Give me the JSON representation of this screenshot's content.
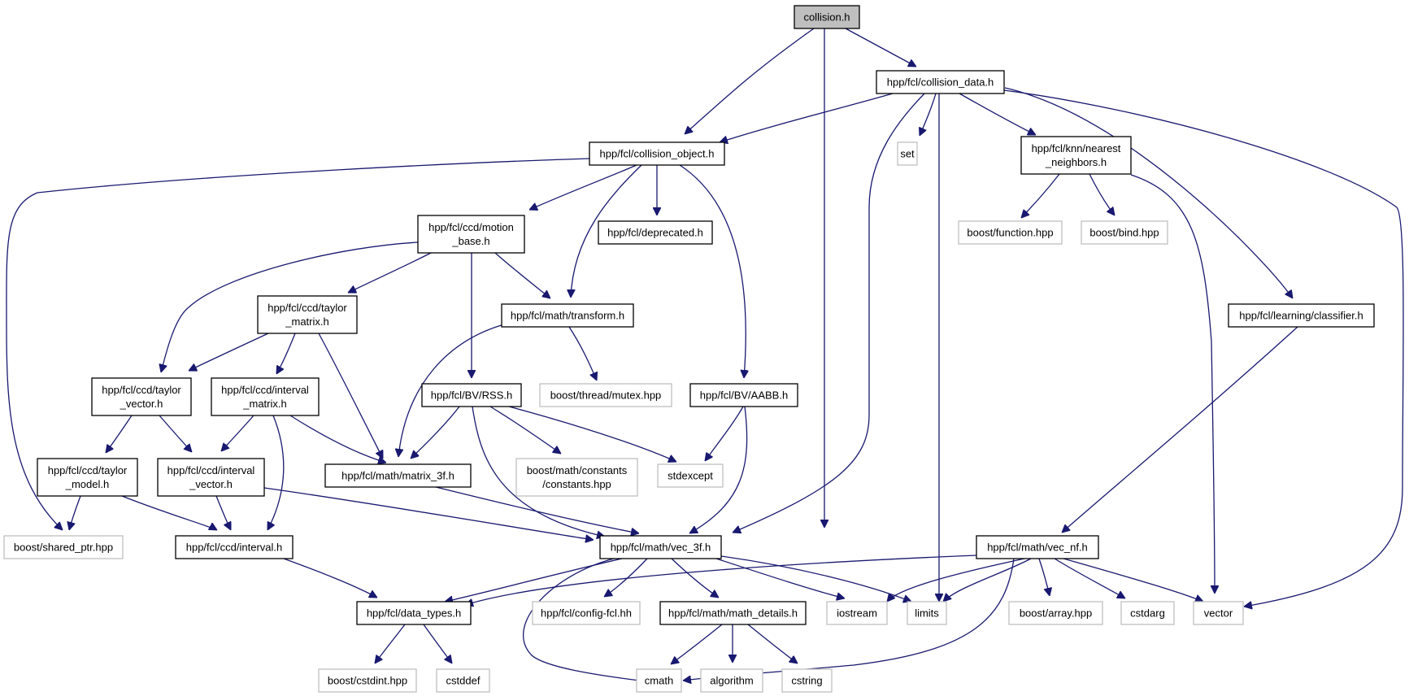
{
  "graph": {
    "colors": {
      "edge": "#191970",
      "root_fill": "#bfbfbf",
      "ext_border": "#bfbfbf",
      "link_border": "#000000"
    },
    "nodes": [
      {
        "id": "n0",
        "label": [
          "collision.h"
        ],
        "kind": "root"
      },
      {
        "id": "n1",
        "label": [
          "hpp/fcl/collision_data.h"
        ],
        "kind": "linked"
      },
      {
        "id": "n2",
        "label": [
          "hpp/fcl/collision_object.h"
        ],
        "kind": "linked"
      },
      {
        "id": "n3",
        "label": [
          "set"
        ],
        "kind": "ext"
      },
      {
        "id": "n4",
        "label": [
          "hpp/fcl/knn/nearest",
          "_neighbors.h"
        ],
        "kind": "linked"
      },
      {
        "id": "n5",
        "label": [
          "hpp/fcl/ccd/motion",
          "_base.h"
        ],
        "kind": "linked"
      },
      {
        "id": "n6",
        "label": [
          "hpp/fcl/deprecated.h"
        ],
        "kind": "linked"
      },
      {
        "id": "n7",
        "label": [
          "boost/function.hpp"
        ],
        "kind": "ext"
      },
      {
        "id": "n8",
        "label": [
          "boost/bind.hpp"
        ],
        "kind": "ext"
      },
      {
        "id": "n9",
        "label": [
          "hpp/fcl/ccd/taylor",
          "_matrix.h"
        ],
        "kind": "linked"
      },
      {
        "id": "n10",
        "label": [
          "hpp/fcl/math/transform.h"
        ],
        "kind": "linked"
      },
      {
        "id": "n11",
        "label": [
          "hpp/fcl/learning/classifier.h"
        ],
        "kind": "linked"
      },
      {
        "id": "n12",
        "label": [
          "hpp/fcl/ccd/taylor",
          "_vector.h"
        ],
        "kind": "linked"
      },
      {
        "id": "n13",
        "label": [
          "hpp/fcl/ccd/interval",
          "_matrix.h"
        ],
        "kind": "linked"
      },
      {
        "id": "n14",
        "label": [
          "hpp/fcl/BV/RSS.h"
        ],
        "kind": "linked"
      },
      {
        "id": "n15",
        "label": [
          "boost/thread/mutex.hpp"
        ],
        "kind": "ext"
      },
      {
        "id": "n16",
        "label": [
          "hpp/fcl/BV/AABB.h"
        ],
        "kind": "linked"
      },
      {
        "id": "n17",
        "label": [
          "hpp/fcl/ccd/taylor",
          "_model.h"
        ],
        "kind": "linked"
      },
      {
        "id": "n18",
        "label": [
          "hpp/fcl/ccd/interval",
          "_vector.h"
        ],
        "kind": "linked"
      },
      {
        "id": "n19",
        "label": [
          "hpp/fcl/math/matrix_3f.h"
        ],
        "kind": "linked"
      },
      {
        "id": "n20",
        "label": [
          "boost/math/constants",
          "/constants.hpp"
        ],
        "kind": "ext"
      },
      {
        "id": "n21",
        "label": [
          "stdexcept"
        ],
        "kind": "ext"
      },
      {
        "id": "n22",
        "label": [
          "boost/shared_ptr.hpp"
        ],
        "kind": "ext"
      },
      {
        "id": "n23",
        "label": [
          "hpp/fcl/ccd/interval.h"
        ],
        "kind": "linked"
      },
      {
        "id": "n24",
        "label": [
          "hpp/fcl/math/vec_3f.h"
        ],
        "kind": "linked"
      },
      {
        "id": "n25",
        "label": [
          "hpp/fcl/math/vec_nf.h"
        ],
        "kind": "linked"
      },
      {
        "id": "n26",
        "label": [
          "hpp/fcl/data_types.h"
        ],
        "kind": "linked"
      },
      {
        "id": "n27",
        "label": [
          "hpp/fcl/config-fcl.hh"
        ],
        "kind": "ext"
      },
      {
        "id": "n28",
        "label": [
          "hpp/fcl/math/math_details.h"
        ],
        "kind": "linked"
      },
      {
        "id": "n29",
        "label": [
          "iostream"
        ],
        "kind": "ext"
      },
      {
        "id": "n30",
        "label": [
          "limits"
        ],
        "kind": "ext"
      },
      {
        "id": "n31",
        "label": [
          "boost/array.hpp"
        ],
        "kind": "ext"
      },
      {
        "id": "n32",
        "label": [
          "cstdarg"
        ],
        "kind": "ext"
      },
      {
        "id": "n33",
        "label": [
          "vector"
        ],
        "kind": "ext"
      },
      {
        "id": "n34",
        "label": [
          "boost/cstdint.hpp"
        ],
        "kind": "ext"
      },
      {
        "id": "n35",
        "label": [
          "cstddef"
        ],
        "kind": "ext"
      },
      {
        "id": "n36",
        "label": [
          "cmath"
        ],
        "kind": "ext"
      },
      {
        "id": "n37",
        "label": [
          "algorithm"
        ],
        "kind": "ext"
      },
      {
        "id": "n38",
        "label": [
          "cstring"
        ],
        "kind": "ext"
      }
    ],
    "edges": [
      [
        "n0",
        "n1"
      ],
      [
        "n0",
        "n2"
      ],
      [
        "n0",
        "n24"
      ],
      [
        "n1",
        "n2"
      ],
      [
        "n1",
        "n3"
      ],
      [
        "n1",
        "n4"
      ],
      [
        "n1",
        "n11"
      ],
      [
        "n1",
        "n24"
      ],
      [
        "n1",
        "n30"
      ],
      [
        "n1",
        "n33"
      ],
      [
        "n2",
        "n5"
      ],
      [
        "n2",
        "n6"
      ],
      [
        "n2",
        "n10"
      ],
      [
        "n2",
        "n16"
      ],
      [
        "n2",
        "n22"
      ],
      [
        "n4",
        "n7"
      ],
      [
        "n4",
        "n8"
      ],
      [
        "n4",
        "n33"
      ],
      [
        "n5",
        "n9"
      ],
      [
        "n5",
        "n10"
      ],
      [
        "n5",
        "n12"
      ],
      [
        "n5",
        "n14"
      ],
      [
        "n9",
        "n12"
      ],
      [
        "n9",
        "n13"
      ],
      [
        "n9",
        "n19"
      ],
      [
        "n10",
        "n15"
      ],
      [
        "n10",
        "n19"
      ],
      [
        "n11",
        "n25"
      ],
      [
        "n12",
        "n17"
      ],
      [
        "n12",
        "n18"
      ],
      [
        "n13",
        "n18"
      ],
      [
        "n13",
        "n19"
      ],
      [
        "n13",
        "n23"
      ],
      [
        "n14",
        "n19"
      ],
      [
        "n14",
        "n20"
      ],
      [
        "n14",
        "n21"
      ],
      [
        "n14",
        "n24"
      ],
      [
        "n16",
        "n21"
      ],
      [
        "n16",
        "n24"
      ],
      [
        "n17",
        "n22"
      ],
      [
        "n17",
        "n23"
      ],
      [
        "n18",
        "n23"
      ],
      [
        "n18",
        "n24"
      ],
      [
        "n19",
        "n24"
      ],
      [
        "n23",
        "n26"
      ],
      [
        "n24",
        "n26"
      ],
      [
        "n24",
        "n27"
      ],
      [
        "n24",
        "n28"
      ],
      [
        "n24",
        "n29"
      ],
      [
        "n24",
        "n30"
      ],
      [
        "n24",
        "n36"
      ],
      [
        "n25",
        "n26"
      ],
      [
        "n25",
        "n29"
      ],
      [
        "n25",
        "n30"
      ],
      [
        "n25",
        "n31"
      ],
      [
        "n25",
        "n32"
      ],
      [
        "n25",
        "n33"
      ],
      [
        "n25",
        "n36"
      ],
      [
        "n26",
        "n34"
      ],
      [
        "n26",
        "n35"
      ],
      [
        "n28",
        "n36"
      ],
      [
        "n28",
        "n37"
      ],
      [
        "n28",
        "n38"
      ]
    ]
  }
}
